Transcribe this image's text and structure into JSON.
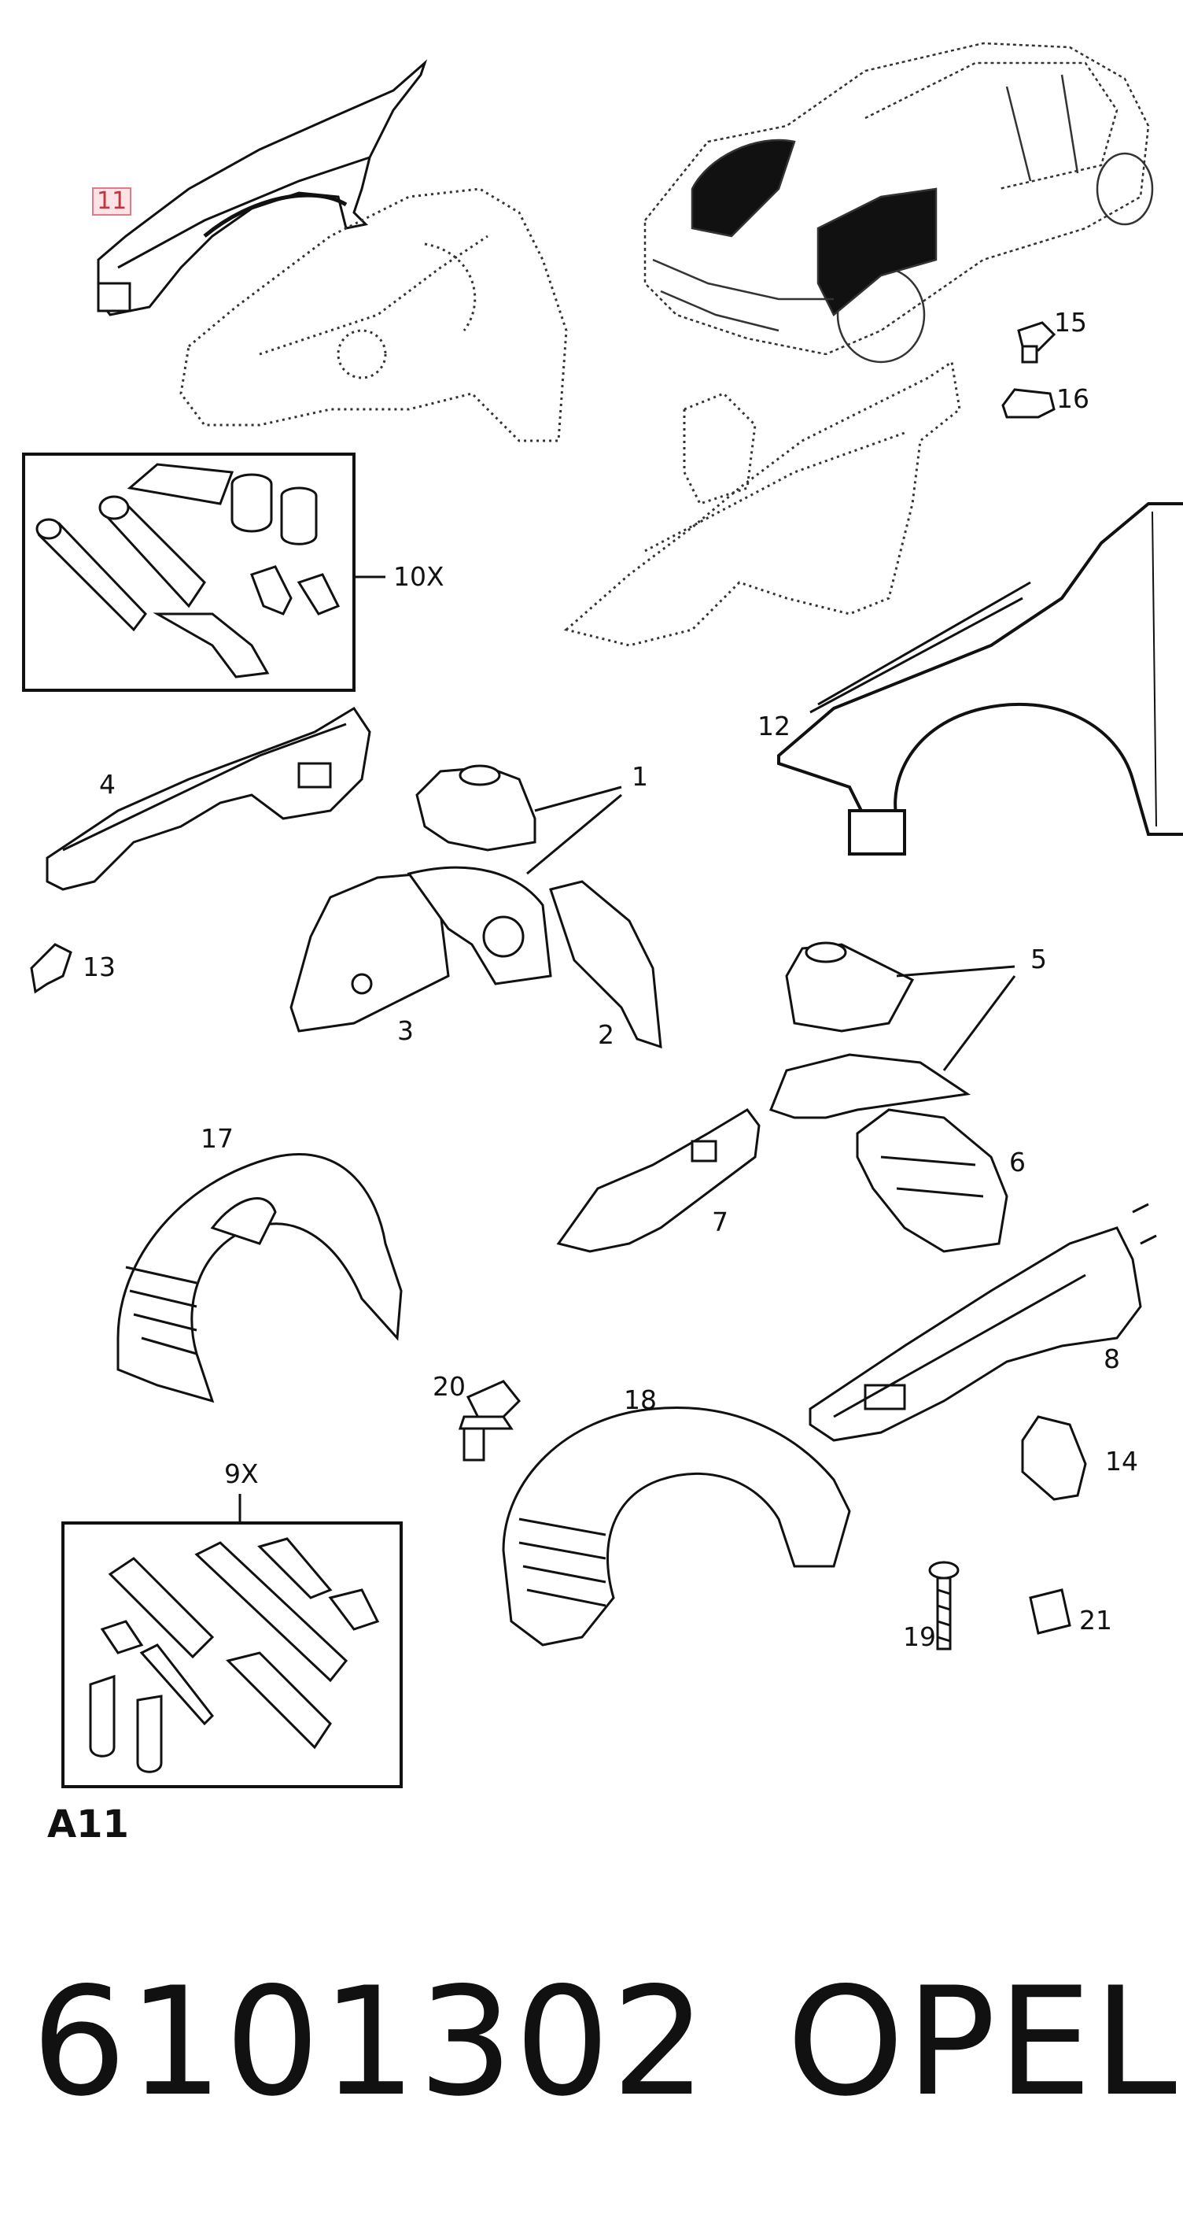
{
  "callouts": {
    "c11": "11",
    "c15": "15",
    "c16": "16",
    "c10x": "10X",
    "c12": "12",
    "c4": "4",
    "c1": "1",
    "c13": "13",
    "c3": "3",
    "c2": "2",
    "c5": "5",
    "c17": "17",
    "c6": "6",
    "c7": "7",
    "c8": "8",
    "c20": "20",
    "c18": "18",
    "c14": "14",
    "c9x": "9X",
    "c19": "19",
    "c21": "21"
  },
  "section_code": "A11",
  "part_number": "6101302",
  "brand": "OPEL",
  "colors": {
    "ink": "#111111",
    "highlight_border": "#e07a8a",
    "highlight_fill": "#fde3e6",
    "highlight_text": "#c8323f"
  }
}
